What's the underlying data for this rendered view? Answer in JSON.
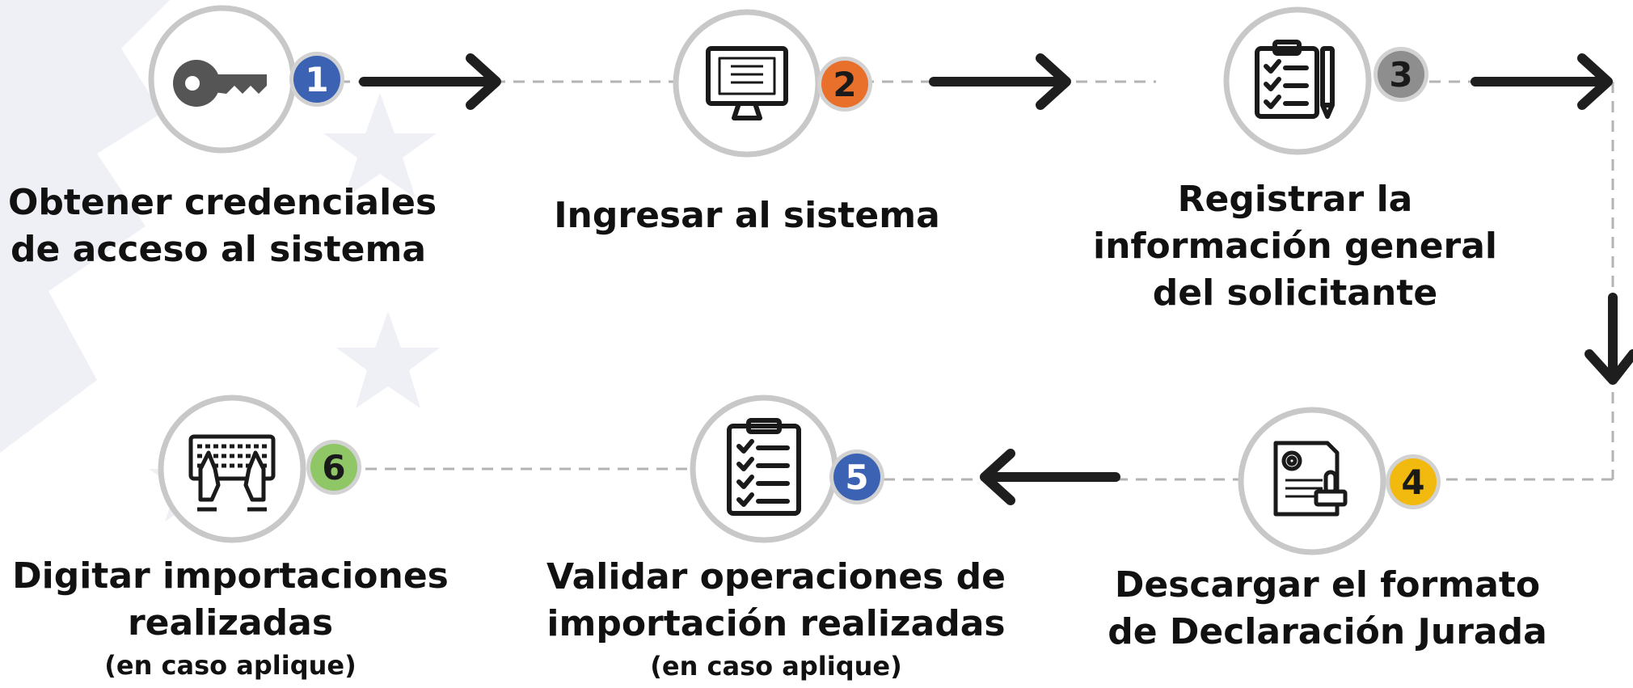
{
  "colors": {
    "ring": "#c8c8c8",
    "dash": "#b3b3b3",
    "arrow": "#1e1e1e",
    "icon": "#1a1a1a",
    "watermark": "#eef0f6"
  },
  "steps": [
    {
      "number": "1",
      "badge_color": "#3b62b3",
      "badge_text_color": "#ffffff",
      "icon": "key-icon",
      "label": [
        "Obtener credenciales",
        "de acceso al sistema"
      ],
      "note": ""
    },
    {
      "number": "2",
      "badge_color": "#e8702a",
      "badge_text_color": "#1a1a1a",
      "icon": "computer-monitor-icon",
      "label": [
        "Ingresar al sistema"
      ],
      "note": ""
    },
    {
      "number": "3",
      "badge_color": "#8e8e8e",
      "badge_text_color": "#1a1a1a",
      "icon": "clipboard-checklist-pen-icon",
      "label": [
        "Registrar la",
        "información general",
        "del solicitante"
      ],
      "note": ""
    },
    {
      "number": "4",
      "badge_color": "#f2b90f",
      "badge_text_color": "#1a1a1a",
      "icon": "document-stamp-icon",
      "label": [
        "Descargar el formato",
        "de Declaración Jurada"
      ],
      "note": ""
    },
    {
      "number": "5",
      "badge_color": "#3b62b3",
      "badge_text_color": "#ffffff",
      "icon": "clipboard-checklist-icon",
      "label": [
        "Validar operaciones de",
        "importación realizadas"
      ],
      "note": "(en caso aplique)"
    },
    {
      "number": "6",
      "badge_color": "#8fc666",
      "badge_text_color": "#1a1a1a",
      "icon": "hands-typing-keyboard-icon",
      "label": [
        "Digitar importaciones",
        "realizadas"
      ],
      "note": "(en caso aplique)"
    }
  ]
}
